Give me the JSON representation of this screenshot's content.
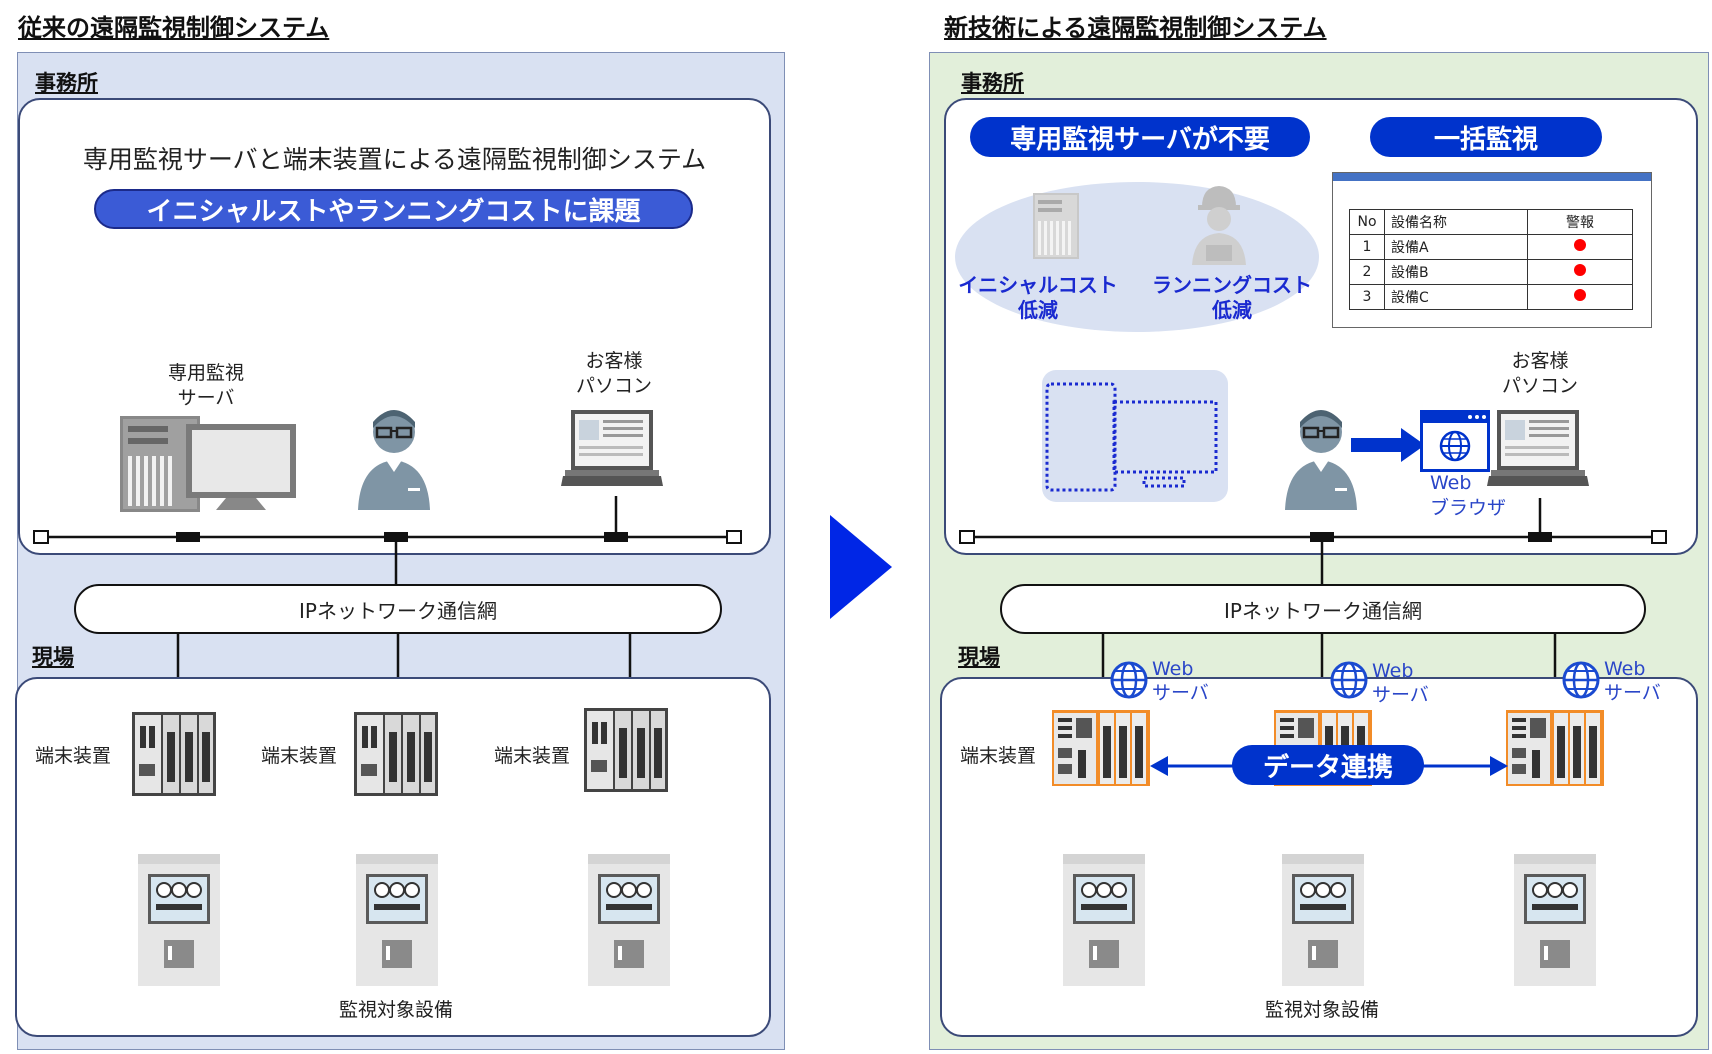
{
  "old": {
    "title": "従来の遠隔監視制御システム",
    "office_label": "事務所",
    "description": "専用監視サーバと端末装置による遠隔監視制御システム",
    "issue_pill": "イニシャルストやランニングコストに課題",
    "server_label_1": "専用監視",
    "server_label_2": "サーバ",
    "pc_label_1": "お客様",
    "pc_label_2": "パソコン",
    "network_label": "IPネットワーク通信網",
    "site_label": "現場",
    "terminal_label": "端末装置",
    "equipment_label": "監視対象設備"
  },
  "new": {
    "title": "新技術による遠隔監視制御システム",
    "office_label": "事務所",
    "pill_no_server": "専用監視サーバが不要",
    "pill_batch": "一括監視",
    "initial_cost_1": "イニシャルコスト",
    "initial_cost_2": "低減",
    "running_cost_1": "ランニングコスト",
    "running_cost_2": "低減",
    "pc_label_1": "お客様",
    "pc_label_2": "パソコン",
    "browser_label_1": "Web",
    "browser_label_2": "ブラウザ",
    "network_label": "IPネットワーク通信網",
    "site_label": "現場",
    "web_server_1": "Web",
    "web_server_2": "サーバ",
    "terminal_label": "端末装置",
    "data_link_pill": "データ連携",
    "equipment_label": "監視対象設備",
    "table": {
      "headers": [
        "No",
        "設備名称",
        "警報"
      ],
      "rows": [
        {
          "no": "1",
          "name": "設備A"
        },
        {
          "no": "2",
          "name": "設備B"
        },
        {
          "no": "3",
          "name": "設備C"
        }
      ],
      "alarm_color": "#ff0000"
    }
  },
  "colors": {
    "accent_blue": "#0033cc",
    "old_panel": "#d9e1f2",
    "new_panel": "#e2efda",
    "terminal_orange": "#f28c28"
  }
}
